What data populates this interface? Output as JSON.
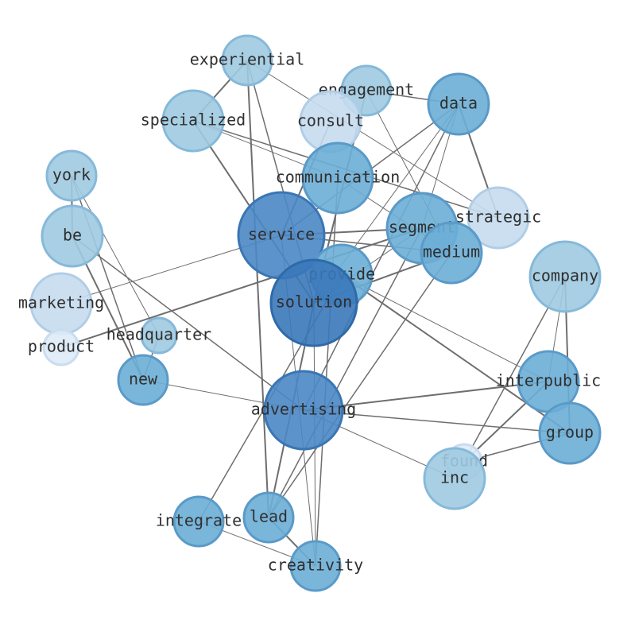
{
  "graph": {
    "nodes": [
      {
        "id": "experiential",
        "label": "experiential",
        "color": "#9ecae1"
      },
      {
        "id": "engagement",
        "label": "engagement",
        "color": "#9ecae1"
      },
      {
        "id": "data",
        "label": "data",
        "color": "#6baed6"
      },
      {
        "id": "consult",
        "label": "consult",
        "color": "#c6dbef"
      },
      {
        "id": "specialized",
        "label": "specialized",
        "color": "#9ecae1"
      },
      {
        "id": "communication",
        "label": "communication",
        "color": "#6baed6"
      },
      {
        "id": "york",
        "label": "york",
        "color": "#9ecae1"
      },
      {
        "id": "be",
        "label": "be",
        "color": "#9ecae1"
      },
      {
        "id": "strategic",
        "label": "strategic",
        "color": "#c6dbef"
      },
      {
        "id": "service",
        "label": "service",
        "color": "#4a87c5"
      },
      {
        "id": "segment",
        "label": "segment",
        "color": "#6baed6"
      },
      {
        "id": "medium",
        "label": "medium",
        "color": "#6baed6"
      },
      {
        "id": "provide",
        "label": "provide",
        "color": "#6baed6"
      },
      {
        "id": "company",
        "label": "company",
        "color": "#9ecae1"
      },
      {
        "id": "solution",
        "label": "solution",
        "color": "#3a78ba"
      },
      {
        "id": "marketing",
        "label": "marketing",
        "color": "#c6dbef"
      },
      {
        "id": "headquarter",
        "label": "headquarter",
        "color": "#9ecae1"
      },
      {
        "id": "product",
        "label": "product",
        "color": "#deebf7"
      },
      {
        "id": "new",
        "label": "new",
        "color": "#6baed6"
      },
      {
        "id": "interpublic",
        "label": "interpublic",
        "color": "#6baed6"
      },
      {
        "id": "advertising",
        "label": "advertising",
        "color": "#4a87c5"
      },
      {
        "id": "group",
        "label": "group",
        "color": "#6baed6"
      },
      {
        "id": "found",
        "label": "found",
        "color": "#deebf7"
      },
      {
        "id": "inc",
        "label": "inc",
        "color": "#9ecae1"
      },
      {
        "id": "integrate",
        "label": "integrate",
        "color": "#6baed6"
      },
      {
        "id": "lead",
        "label": "lead",
        "color": "#6baed6"
      },
      {
        "id": "creativity",
        "label": "creativity",
        "color": "#6baed6"
      }
    ],
    "edges": [
      [
        "experiential",
        "specialized"
      ],
      [
        "experiential",
        "solution"
      ],
      [
        "experiential",
        "strategic"
      ],
      [
        "experiential",
        "lead"
      ],
      [
        "engagement",
        "data"
      ],
      [
        "engagement",
        "medium"
      ],
      [
        "engagement",
        "solution"
      ],
      [
        "data",
        "service"
      ],
      [
        "data",
        "segment"
      ],
      [
        "data",
        "strategic"
      ],
      [
        "data",
        "advertising"
      ],
      [
        "data",
        "solution"
      ],
      [
        "consult",
        "service"
      ],
      [
        "specialized",
        "strategic"
      ],
      [
        "specialized",
        "communication"
      ],
      [
        "specialized",
        "solution"
      ],
      [
        "communication",
        "creativity"
      ],
      [
        "communication",
        "medium"
      ],
      [
        "york",
        "be"
      ],
      [
        "york",
        "new"
      ],
      [
        "york",
        "headquarter"
      ],
      [
        "be",
        "new"
      ],
      [
        "be",
        "advertising"
      ],
      [
        "service",
        "marketing"
      ],
      [
        "service",
        "segment"
      ],
      [
        "service",
        "medium"
      ],
      [
        "service",
        "creativity"
      ],
      [
        "segment",
        "product"
      ],
      [
        "segment",
        "lead"
      ],
      [
        "segment",
        "solution"
      ],
      [
        "medium",
        "solution"
      ],
      [
        "medium",
        "lead"
      ],
      [
        "provide",
        "interpublic"
      ],
      [
        "provide",
        "group"
      ],
      [
        "provide",
        "integrate"
      ],
      [
        "company",
        "interpublic"
      ],
      [
        "company",
        "group"
      ],
      [
        "company",
        "found"
      ],
      [
        "solution",
        "creativity"
      ],
      [
        "solution",
        "lead"
      ],
      [
        "headquarter",
        "new"
      ],
      [
        "new",
        "advertising"
      ],
      [
        "advertising",
        "interpublic"
      ],
      [
        "advertising",
        "group"
      ],
      [
        "advertising",
        "inc"
      ],
      [
        "interpublic",
        "found"
      ],
      [
        "group",
        "found"
      ],
      [
        "integrate",
        "creativity"
      ],
      [
        "lead",
        "creativity"
      ]
    ]
  }
}
